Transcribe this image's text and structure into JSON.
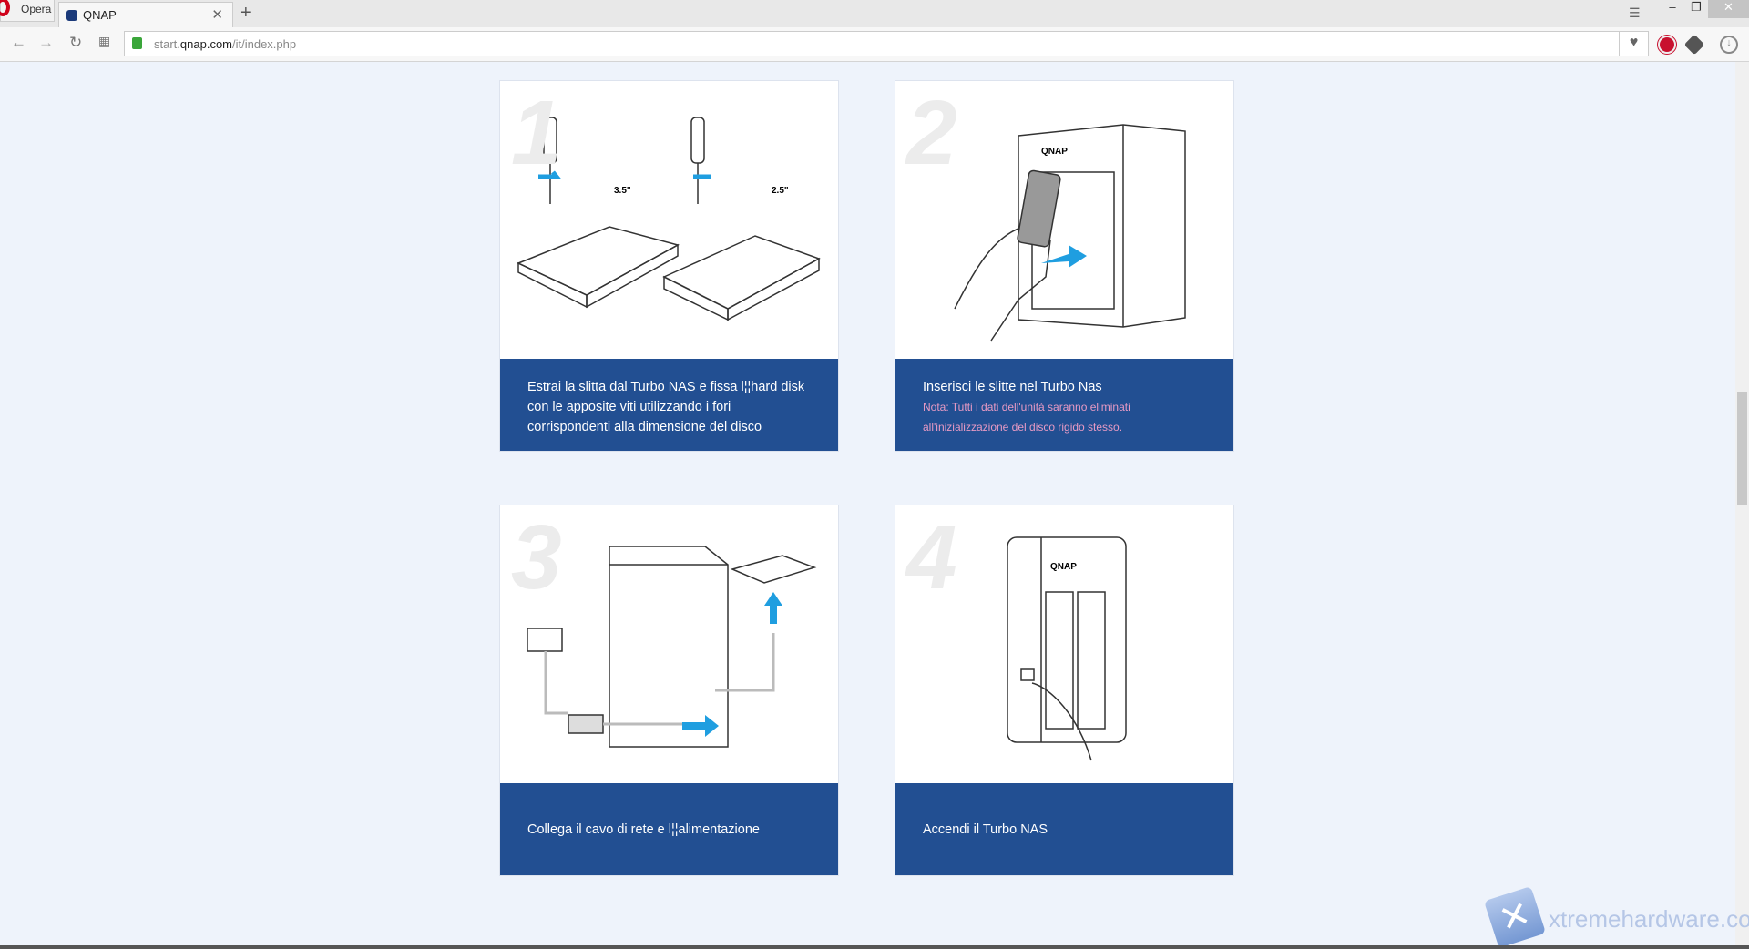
{
  "browser": {
    "app_label": "Opera",
    "tab_title": "QNAP",
    "url_prefix": "start.",
    "url_domain": "qnap.com",
    "url_path": "/it/index.php"
  },
  "steps": [
    {
      "number": "1",
      "caption": "Estrai la slitta dal Turbo NAS e fissa l¦¦hard disk con le apposite viti utilizzando i fori corrispondenti alla dimensione del disco",
      "labels": [
        "3.5\"",
        "2.5\""
      ]
    },
    {
      "number": "2",
      "caption": "Inserisci le slitte nel Turbo Nas",
      "note": "Nota: Tutti i dati dell'unità saranno eliminati all'inizializzazione del disco rigido stesso.",
      "brand": "QNAP"
    },
    {
      "number": "3",
      "caption": "Collega il cavo di rete e l¦¦alimentazione"
    },
    {
      "number": "4",
      "caption": "Accendi il Turbo NAS",
      "brand": "QNAP"
    }
  ],
  "watermark": "xtremehardware.com",
  "colors": {
    "caption_bg": "#224f92",
    "background": "#eef3fb",
    "note": "#e79ac4",
    "arrow": "#1f9ee0"
  }
}
